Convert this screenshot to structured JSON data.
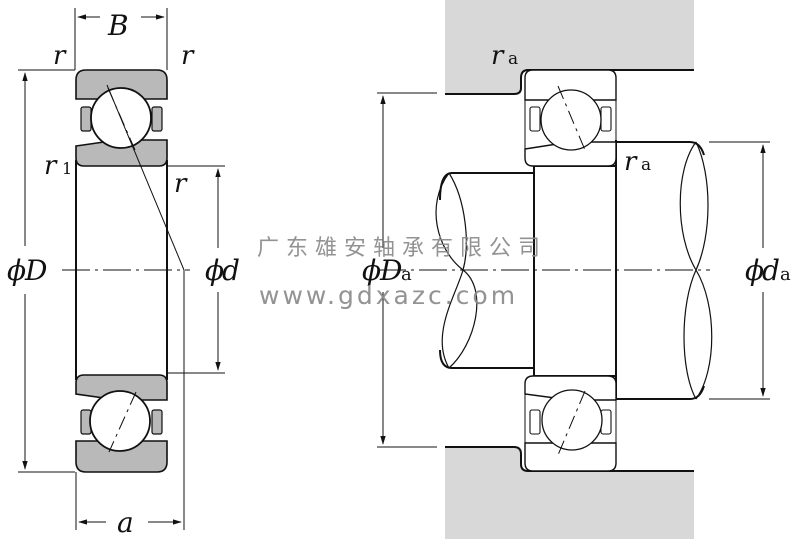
{
  "diagram": {
    "title": "Angular contact ball bearing – dimensions and mounting",
    "left_view": {
      "labels": {
        "width": "B",
        "chamfer_outer_left": "r",
        "chamfer_outer_right": "r",
        "chamfer_inner_small": "r",
        "chamfer_r1": "r",
        "chamfer_r1_sub": "1",
        "outer_diameter_phi": "ϕ",
        "outer_diameter": "D",
        "bore_phi": "ϕ",
        "bore": "d",
        "load_center": "a"
      }
    },
    "right_view": {
      "labels": {
        "housing_fillet": "r",
        "housing_fillet_sub": "a",
        "shaft_fillet": "r",
        "shaft_fillet_sub": "a",
        "housing_shoulder_phi": "ϕ",
        "housing_shoulder": "D",
        "housing_shoulder_sub": "a",
        "shaft_shoulder_phi": "ϕ",
        "shaft_shoulder": "d",
        "shaft_shoulder_sub": "a"
      },
      "colors": {
        "housing": "#d8d8d8",
        "ring": "#b9b9b9"
      }
    },
    "watermark": {
      "company": "广 东 雄 安 轴 承 有 限 公 司",
      "url": "www.gdxazc.com"
    }
  }
}
